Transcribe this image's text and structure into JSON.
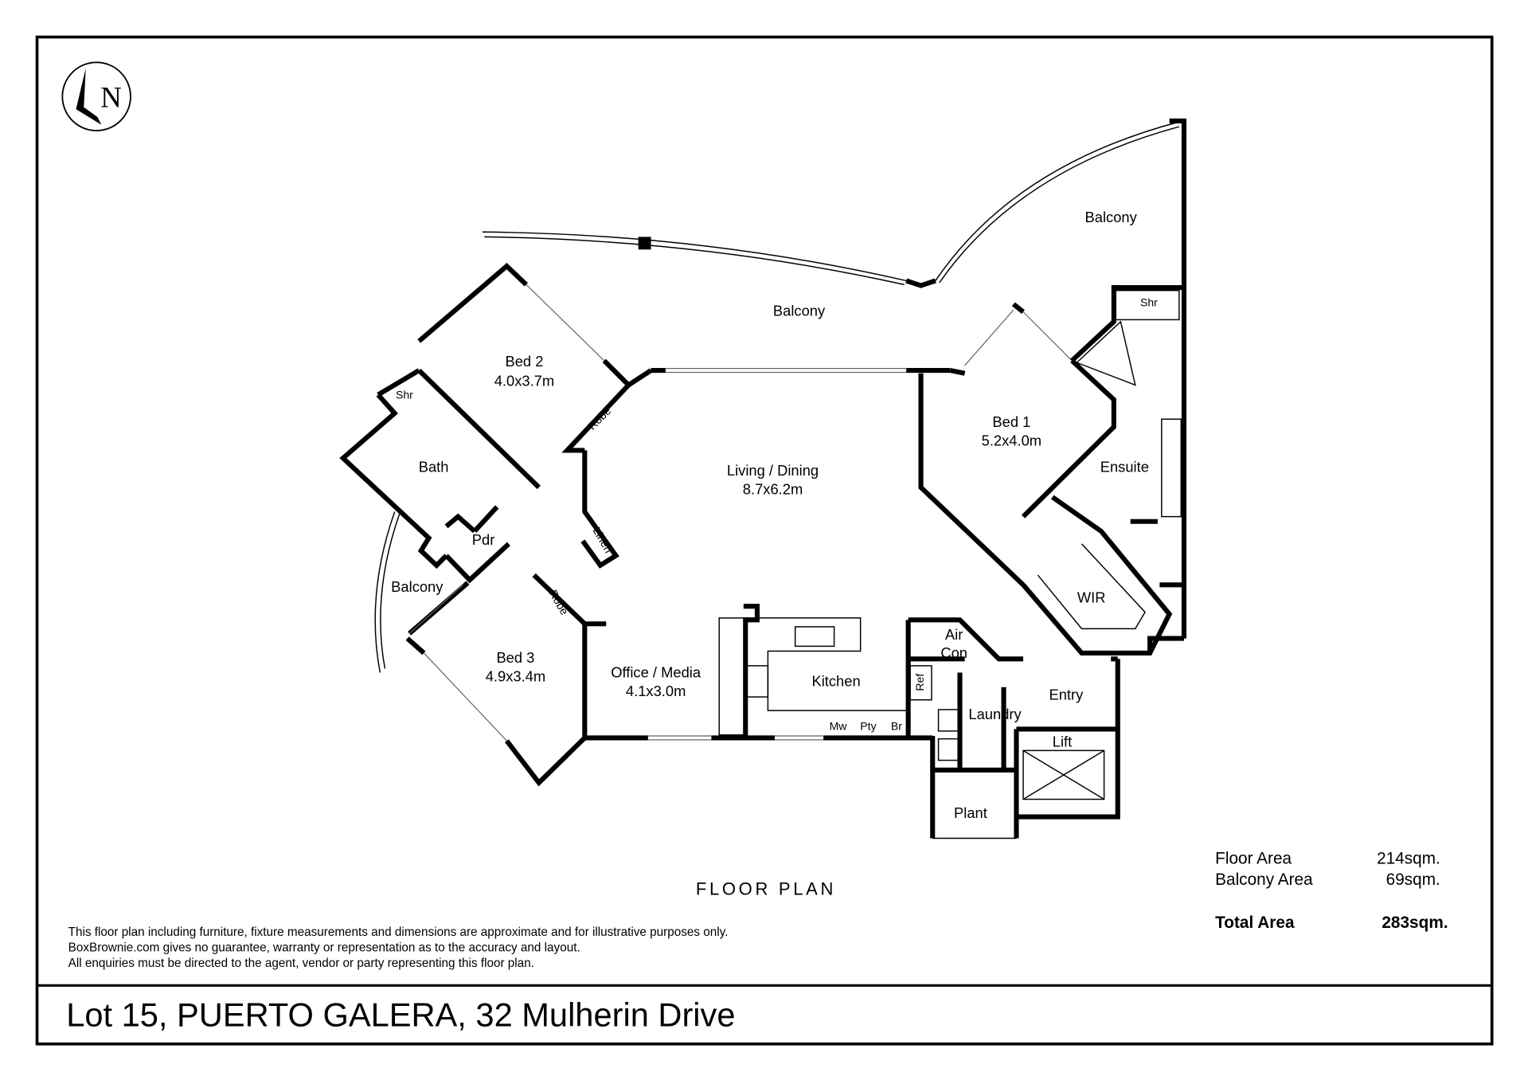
{
  "compass": {
    "letter": "N"
  },
  "rooms": {
    "balcony_main": "Balcony",
    "balcony_right": "Balcony",
    "balcony_left": "Balcony",
    "bed2": {
      "name": "Bed 2",
      "size": "4.0x3.7m"
    },
    "bed1": {
      "name": "Bed 1",
      "size": "5.2x4.0m"
    },
    "bed3": {
      "name": "Bed 3",
      "size": "4.9x3.4m"
    },
    "living": {
      "name": "Living / Dining",
      "size": "8.7x6.2m"
    },
    "office": {
      "name": "Office / Media",
      "size": "4.1x3.0m"
    },
    "kitchen": "Kitchen",
    "bath": "Bath",
    "pdr": "Pdr",
    "shr_left": "Shr",
    "shr_right": "Shr",
    "robe_bed2": "Robe",
    "robe_bed3": "Robe",
    "linen": "Linen",
    "ensuite": "Ensuite",
    "wir": "WIR",
    "aircon": [
      "Air",
      "Con"
    ],
    "ref": "Ref",
    "laundry": "Laundry",
    "entry": "Entry",
    "lift": "Lift",
    "plant": "Plant",
    "mw": "Mw",
    "pty": "Pty",
    "br": "Br"
  },
  "plan_title": "FLOOR PLAN",
  "areas": {
    "floor": {
      "label": "Floor Area",
      "value": "214sqm."
    },
    "balcony": {
      "label": "Balcony Area",
      "value": "69sqm."
    },
    "total": {
      "label": "Total Area",
      "value": "283sqm."
    }
  },
  "disclaimer": [
    "This floor plan including furniture, fixture measurements and dimensions are approximate and for illustrative purposes only.",
    "BoxBrownie.com gives no guarantee, warranty or representation as to the accuracy and layout.",
    "All enquiries must be directed to the agent, vendor or party representing this floor plan."
  ],
  "address": "Lot 15, PUERTO GALERA, 32 Mulherin Drive"
}
